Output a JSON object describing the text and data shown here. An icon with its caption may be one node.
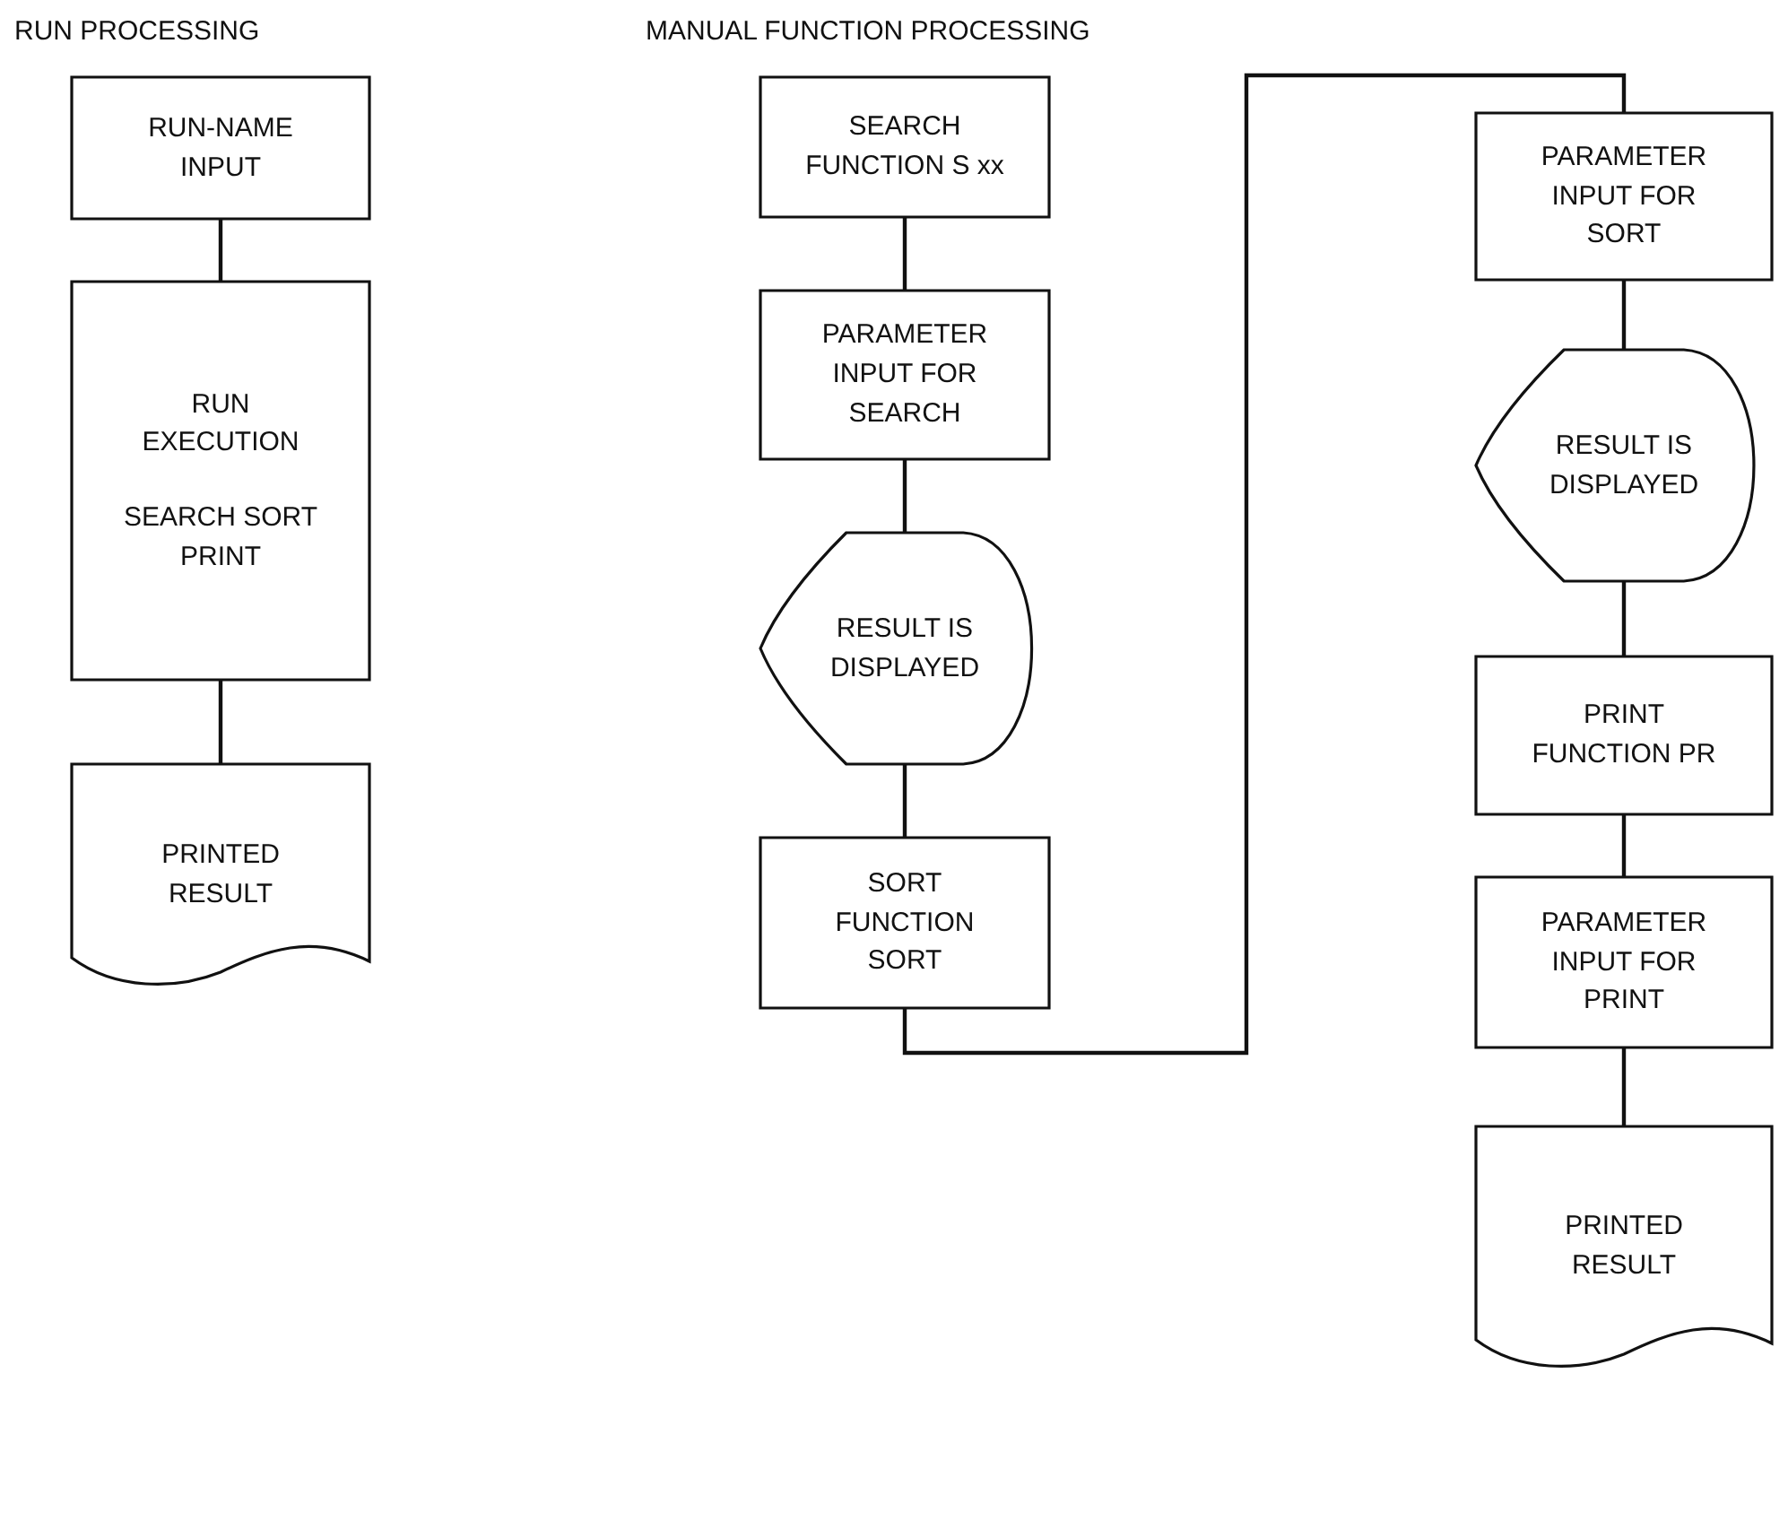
{
  "diagram": {
    "nodes": [
      {
        "text": [
          "RUN-NAME INPUT"
        ]
      },
      {
        "text": [
          "RUN EXECUTION",
          "SEARCH SORT PRINT"
        ]
      },
      {
        "text": [
          "PRINTED RESULT"
        ]
      },
      {
        "text": [
          "SEARCH FUNCTION S xx"
        ]
      },
      {
        "text": [
          "PARAMETER INPUT FOR SEARCH"
        ]
      },
      {
        "text": [
          "RESULT IS DISPLAYED"
        ]
      },
      {
        "text": [
          "SORT FUNCTION SORT"
        ]
      },
      {
        "text": [
          "PARAMETER INPUT FOR SORT"
        ]
      },
      {
        "text": [
          "RESULT IS DISPLAYED"
        ]
      },
      {
        "text": [
          "PRINT FUNCTION PR"
        ]
      },
      {
        "text": [
          "PARAMETER INPUT FOR PRINT"
        ]
      },
      {
        "text": [
          "PRINTED RESULT"
        ]
      }
    ],
    "edges": [
      {
        "from": 0,
        "to": 1,
        "arrow": "none"
      },
      {
        "from": 1,
        "to": 2,
        "arrow": "none"
      },
      {
        "from": 3,
        "to": 4,
        "arrow": "none"
      },
      {
        "from": 4,
        "to": 5,
        "arrow": "none"
      },
      {
        "from": 5,
        "to": 6,
        "arrow": "none"
      },
      {
        "from": 6,
        "to": 7,
        "arrow": "none"
      },
      {
        "from": 7,
        "to": 8,
        "arrow": "none"
      },
      {
        "from": 8,
        "to": 9,
        "arrow": "none"
      },
      {
        "from": 9,
        "to": 10,
        "arrow": "none"
      },
      {
        "from": 10,
        "to": 11,
        "arrow": "none"
      }
    ],
    "labels": [
      "RUN PROCESSING",
      "MANUAL FUNCTION PROCESSING"
    ]
  }
}
